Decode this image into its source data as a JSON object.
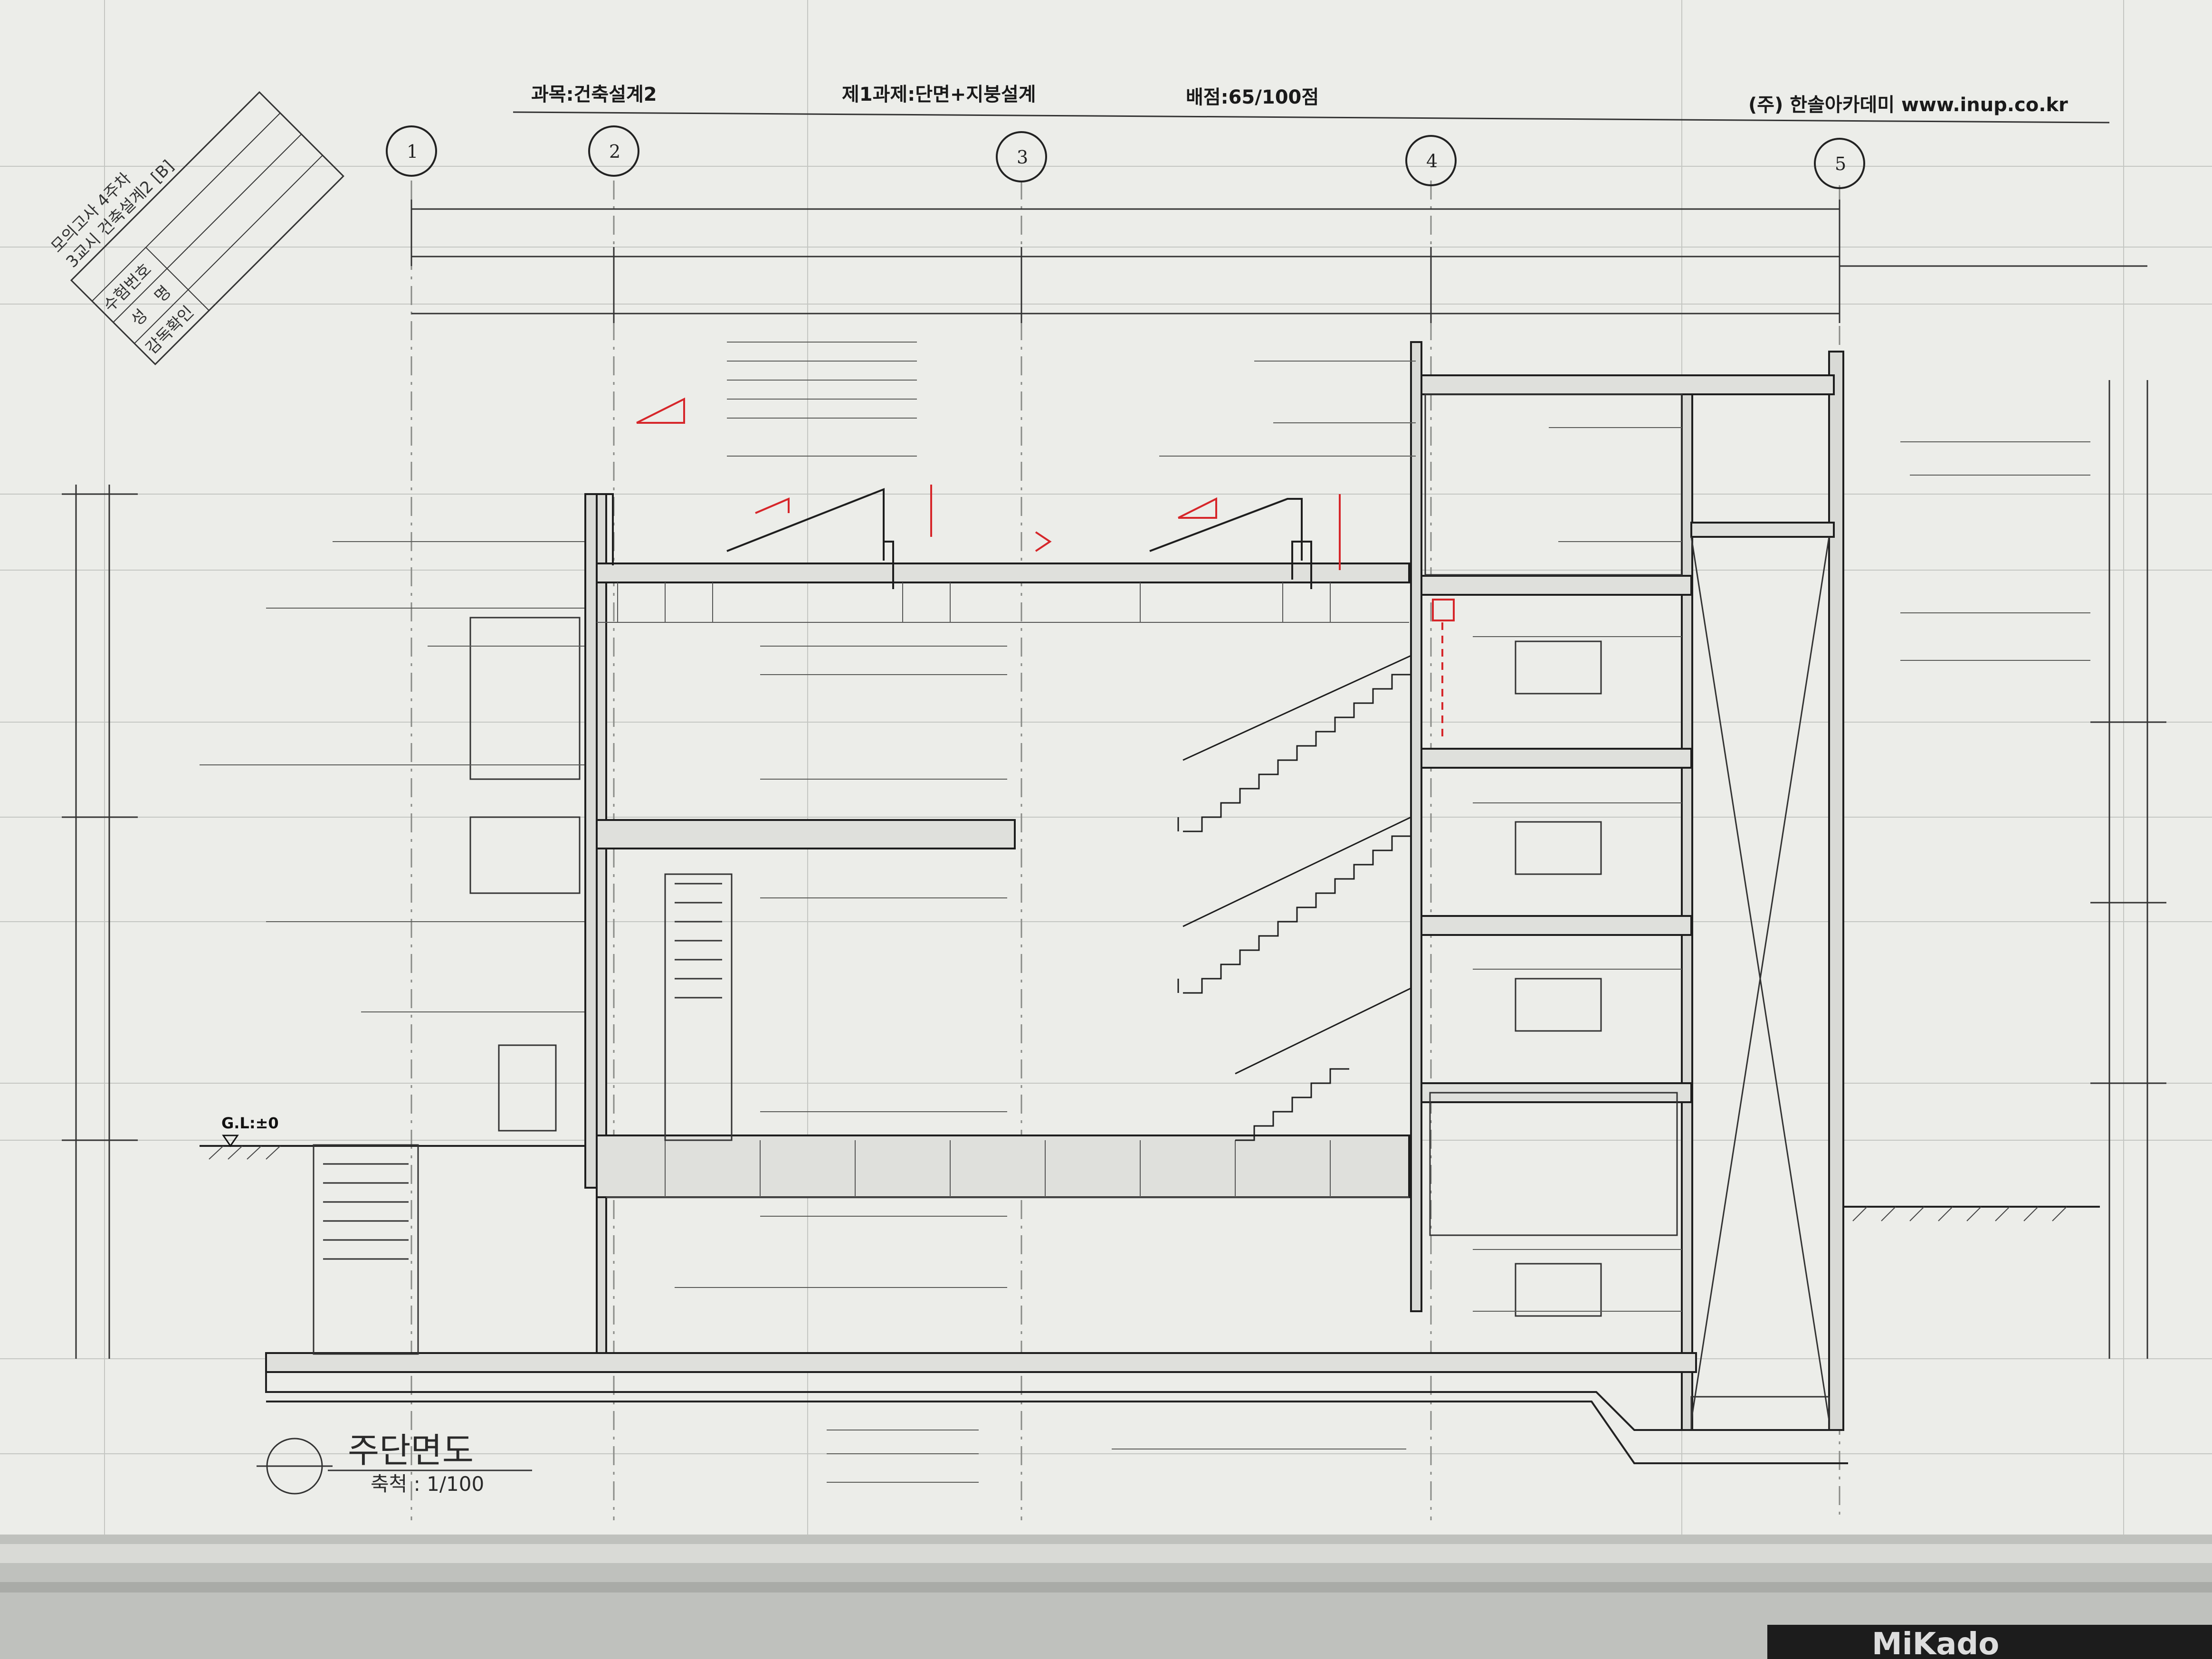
{
  "header": {
    "subject": "과목:건축설계2",
    "task": "제1과제:단면+지붕설계",
    "score": "배점:65/100점",
    "publisher": "(주) 한솔아카데미 www.inup.co.kr"
  },
  "stamp_box": {
    "line1": "모의고사 4주차",
    "line2": "3교시 건축설계2 [B]",
    "exam_number_label": "수험번호",
    "name_label_1": "성",
    "name_label_2": "명",
    "supervisor_label": "감독확인"
  },
  "grid_labels": [
    "1",
    "2",
    "3",
    "4",
    "5"
  ],
  "ground_level_label": "G.L:±0",
  "drawing_title": "주단면도",
  "scale_label": "축척 : 1/100",
  "brand_strip": "MiKado"
}
